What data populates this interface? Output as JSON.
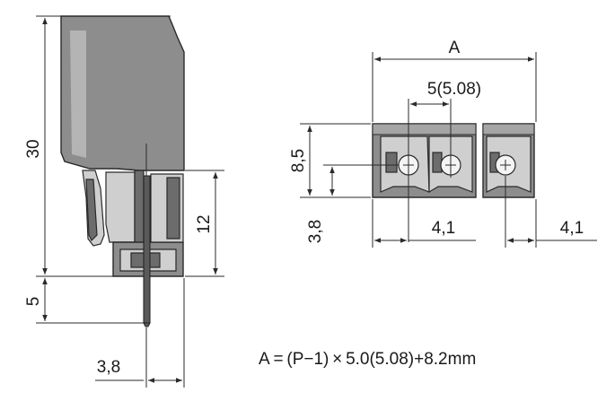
{
  "side_view": {
    "height_total": "30",
    "height_body": "12",
    "pin_length": "5",
    "thickness": "3,8"
  },
  "front_view": {
    "width": "A",
    "pitch": "5(5.08)",
    "height": "8,5",
    "pin_height": "3,8",
    "edge_left": "4,1",
    "edge_right": "4,1"
  },
  "formula": "A = (P−1) × 5.0(5.08)+8.2mm",
  "colors": {
    "body": "#8d8d8d",
    "light": "#cfcfcf",
    "line": "#2a2a2a"
  }
}
